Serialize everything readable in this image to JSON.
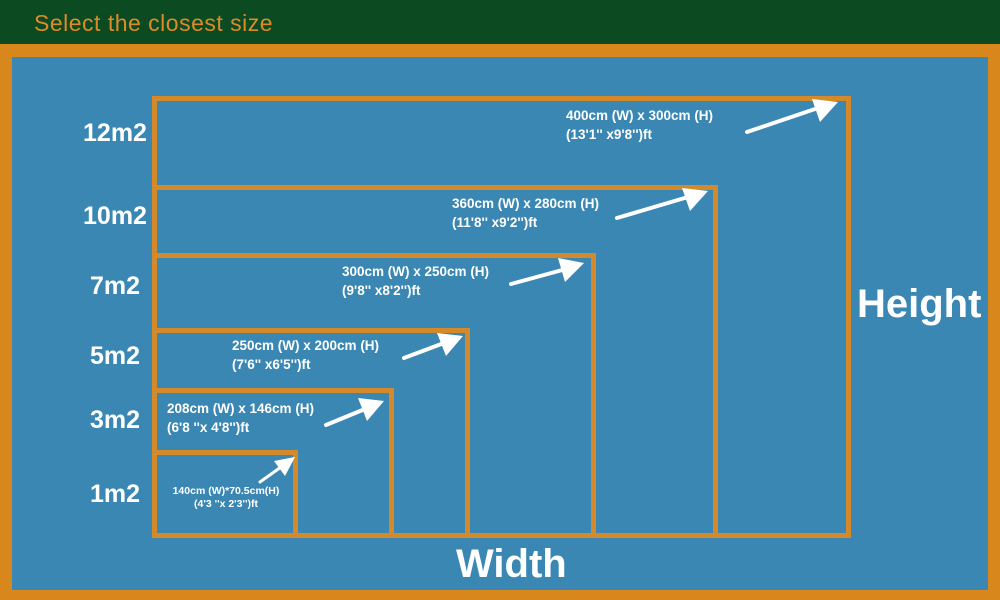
{
  "header": {
    "title": "Select the closest size"
  },
  "sizes": [
    {
      "area": "12m2",
      "line1": "400cm (W) x 300cm (H)",
      "line2": "(13'1'' x9'8'')ft"
    },
    {
      "area": "10m2",
      "line1": "360cm (W) x 280cm (H)",
      "line2": "(11'8'' x9'2'')ft"
    },
    {
      "area": "7m2",
      "line1": "300cm (W) x 250cm (H)",
      "line2": "(9'8'' x8'2'')ft"
    },
    {
      "area": "5m2",
      "line1": "250cm (W) x 200cm (H)",
      "line2": "(7'6'' x6'5'')ft"
    },
    {
      "area": "3m2",
      "line1": "208cm (W) x 146cm (H)",
      "line2": "(6'8 ''x 4'8'')ft"
    },
    {
      "area": "1m2",
      "line1": "140cm (W)*70.5cm(H)",
      "line2": "(4'3 ''x 2'3'')ft"
    }
  ],
  "axes": {
    "height_label": "Height",
    "width_label": "Width"
  },
  "colors": {
    "header_bg": "#0c4a22",
    "panel_bg": "#3a87b3",
    "frame": "#d48a2a",
    "text": "#ffffff"
  }
}
